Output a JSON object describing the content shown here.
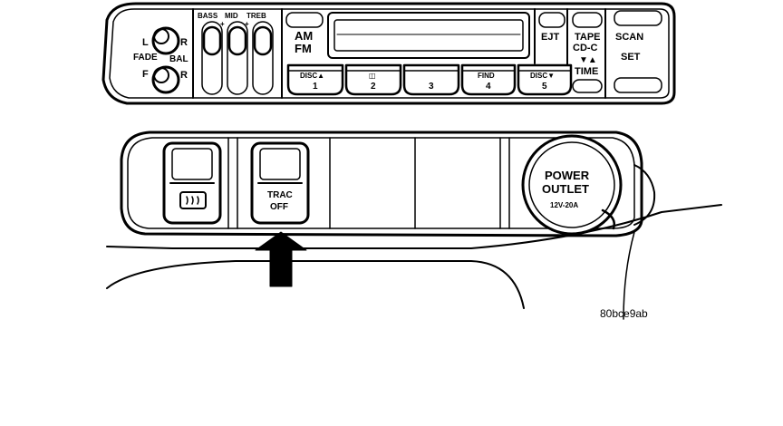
{
  "radio": {
    "l": "L",
    "r_top": "R",
    "fade": "FADE",
    "bal": "BAL",
    "f": "F",
    "r_bottom": "R",
    "bass": "BASS",
    "mid": "MID",
    "treb": "TREB",
    "plus": "+",
    "am": "AM",
    "fm": "FM",
    "ejt": "EJT",
    "tape": "TAPE",
    "cdc": "CD-C",
    "time_arrows": "▼▲",
    "time": "TIME",
    "scan": "SCAN",
    "set": "SET",
    "presets": [
      {
        "top": "DISC▲",
        "num": "1"
      },
      {
        "top": "◫",
        "num": "2"
      },
      {
        "top": "",
        "num": "3"
      },
      {
        "top": "FIND",
        "num": "4"
      },
      {
        "top": "DISC▼",
        "num": "5"
      }
    ]
  },
  "switches": {
    "trac_line1": "TRAC",
    "trac_line2": "OFF"
  },
  "outlet": {
    "line1": "POWER",
    "line2": "OUTLET",
    "rating": "12V-20A"
  },
  "reference_code": "80bce9ab"
}
